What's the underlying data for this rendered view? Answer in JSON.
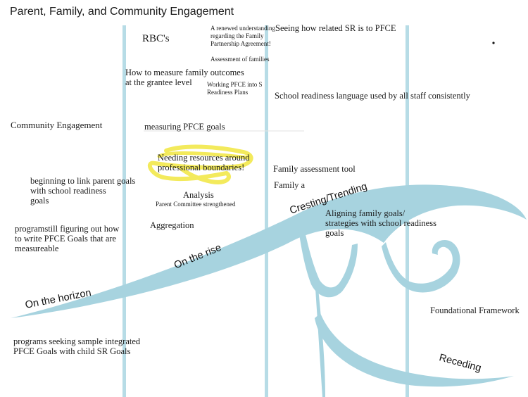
{
  "title": "Parent, Family, and Community Engagement",
  "phases": {
    "horizon": "On the horizon",
    "rise": "On the rise",
    "cresting": "Cresting/Trending",
    "receding": "Receding"
  },
  "column1": {
    "community_engagement": "Community Engagement",
    "beginning_to_link": "beginning to link parent goals\nwith school readiness\ngoals",
    "programs_figuring": "programstill figuring out how\nto write PFCE  Goals that are\nmeasureable",
    "programs_seeking": "programs seeking sample integrated\nPFCE Goals with child SR Goals"
  },
  "column2": {
    "rbcs": "RBC's",
    "renewed_understanding": "A renewed understanding\nregarding the Family\nPartnership Agreement!",
    "assessment_of_families": "Assessment of families",
    "measure_outcomes": "How to measure family outcomes\n at the grantee level",
    "working_pfce": "Working PFCE into S\nReadiness Plans",
    "measuring_goals": "measuring PFCE goals",
    "needing_resources": "Needing resources around\nprofessional boundaries!",
    "analysis": "Analysis",
    "parent_committee": "Parent Committee strengthened",
    "aggregation": "Aggregation"
  },
  "column3": {
    "seeing_related": "Seeing how related SR is to PFCE",
    "sr_language": "School readiness language used by all staff consistently",
    "family_assessment_tool": "Family assessment tool",
    "family_a": "Family a",
    "aligning_goals": "Aligning family goals/\nstrategies with school readiness\ngoals"
  },
  "column4": {
    "foundational_framework": "Foundational Framework"
  },
  "colors": {
    "wave": "#a7d3df",
    "divider": "#b7dce6",
    "highlight": "#f2e84a",
    "text": "#1a1a1a"
  }
}
